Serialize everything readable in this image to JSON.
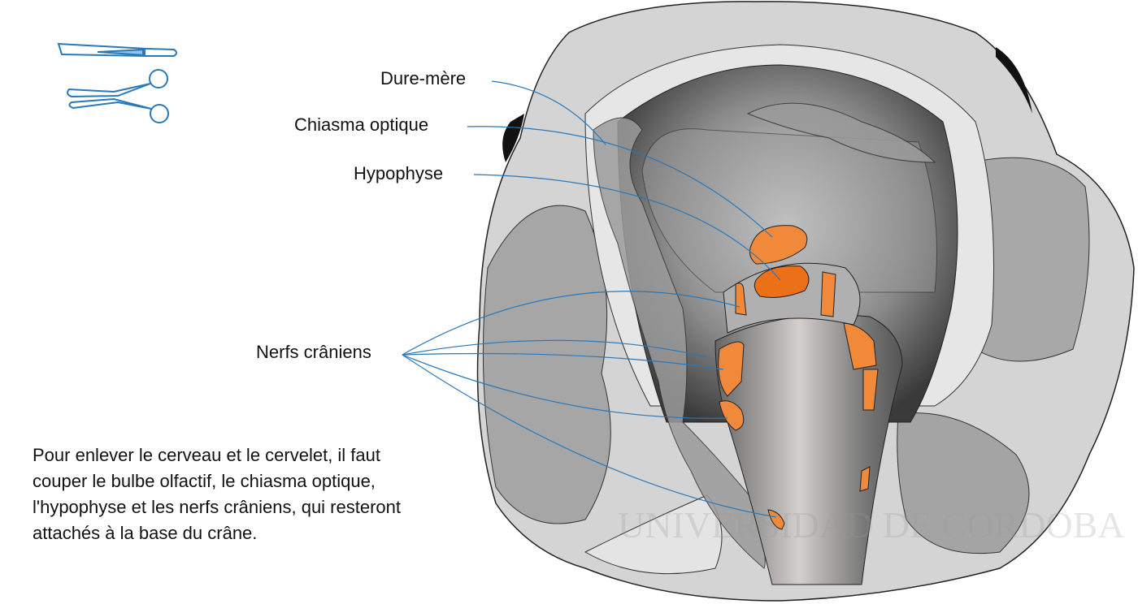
{
  "labels": {
    "dura_mater": "Dure-mère",
    "optic_chiasm": "Chiasma optique",
    "pituitary": "Hypophyse",
    "cranial_nerves": "Nerfs crâniens"
  },
  "caption": "Pour enlever le cerveau et le cervelet, il faut couper le bulbe olfactif, le chiasma optique, l'hypophyse et les nerfs crâniens, qui resteront attachés à la base du crâne.",
  "watermark": "UNIVERSIDAD DE CORDOBA",
  "icons": [
    "forceps-icon",
    "scissors-icon"
  ],
  "colors": {
    "accent": "#2a78b8",
    "structure": "#f0893a",
    "structure_dark": "#ec7018"
  }
}
